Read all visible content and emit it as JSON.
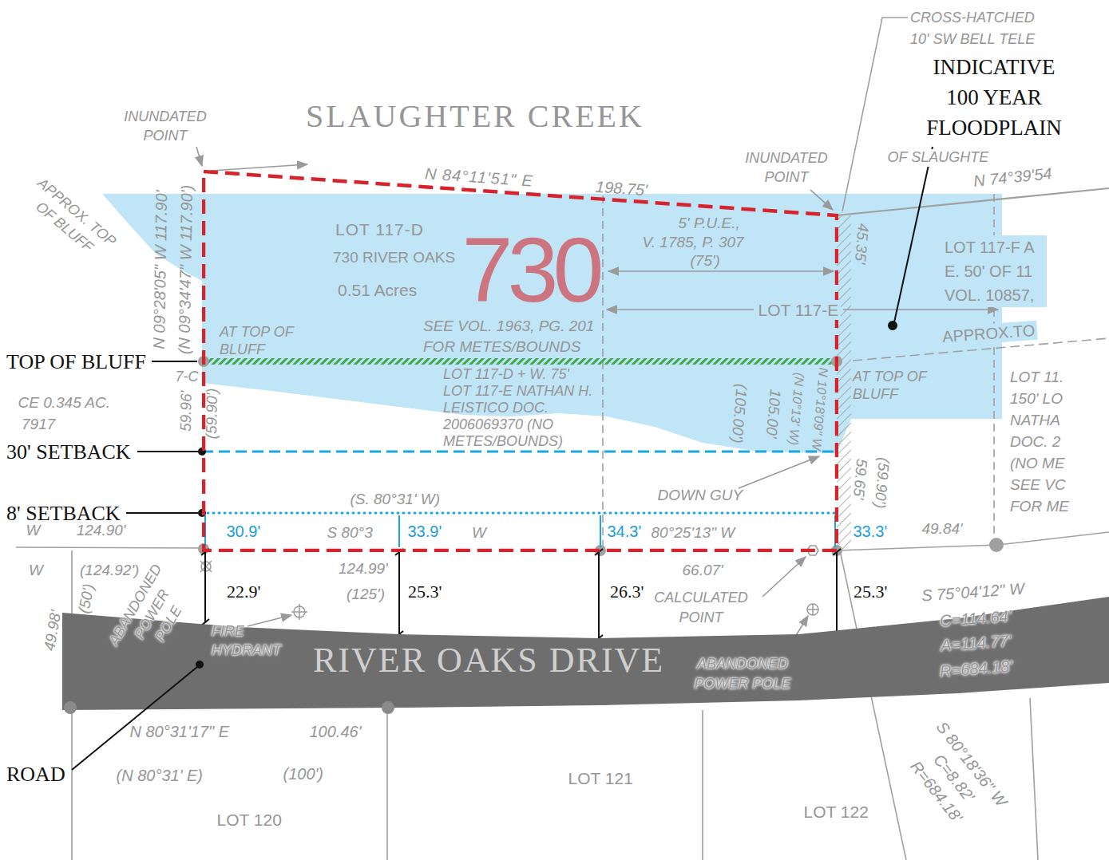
{
  "diagram": {
    "nodes": [
      {
        "text": [
          "LOT 117-D",
          "730 RIVER OAKS",
          "0.51 Acres",
          "730",
          "SEE VOL. 1963, PG. 201 FOR METES/BOUNDS",
          "LOT 117-D + W. 75' LOT 117-E NATHAN H. LEISTICO DOC. 2006069370 (NO METES/BOUNDS)"
        ]
      },
      {
        "text": [
          "RIVER OAKS DRIVE"
        ]
      }
    ],
    "labels": [
      "INUNDATED POINT",
      "SLAUGHTER CREEK",
      "N 84°11'51\" E",
      "198.75'",
      "INUNDATED POINT",
      "CROSS-HATCHED 10' SW BELL TELE",
      "INDICATIVE 100 YEAR FLOODPLAIN",
      "OF SLAUGHTE",
      "N 74°39'54",
      "APPROX. TOP OF BLUFF",
      "N 09°28'05\" W 117.90'",
      "(N 09°34'47\" W 117.90')",
      "59.96'",
      "(59.90')",
      "7-C",
      "CE 0.345 AC.",
      "7917",
      "AT TOP OF BLUFF",
      "5' P.U.E.,",
      "V. 1785, P. 307",
      "(75')",
      "LOT 117-E",
      "LOT 117-F A E. 50' OF 11 VOL. 10857,",
      "APPROX.TO",
      "AT TOP OF BLUFF",
      "LOT 11. 150' LO NATHA DOC. 2 (NO ME SEE VC FOR ME",
      "(105.00')",
      "105.00'",
      "(N 10°13' W)",
      "N 10°18'09\" W",
      "45.35'",
      "59.65'",
      "(59.90')",
      "DOWN GUY",
      "(S. 80°31' W)",
      "W 124.90'",
      "S 80°3",
      "W",
      "80°25'13\" W",
      "49.84'",
      "W",
      "(124.92')",
      "124.99'",
      "(125')",
      "66.07'",
      "CALCULATED POINT",
      "S 75°04'12\" W",
      "C=114.64'",
      "A=114.77'",
      "R=684.18'",
      "ABANDONED POWER POLE",
      "FIRE HYDRANT",
      "ABANDONED POWER POLE",
      "49.98'",
      "(50')",
      "N 80°31'17\" E",
      "100.46'",
      "(N 80°31' E)",
      "(100')",
      "LOT 120",
      "LOT 121",
      "LOT 122",
      "S 80°18'36\" W C=8.82' R=684.18'",
      "TOP OF BLUFF",
      "30' SETBACK",
      "8' SETBACK",
      "ROAD",
      "30.9'",
      "33.9'",
      "34.3'",
      "33.3'",
      "22.9'",
      "25.3'",
      "26.3'",
      "25.3'"
    ]
  }
}
